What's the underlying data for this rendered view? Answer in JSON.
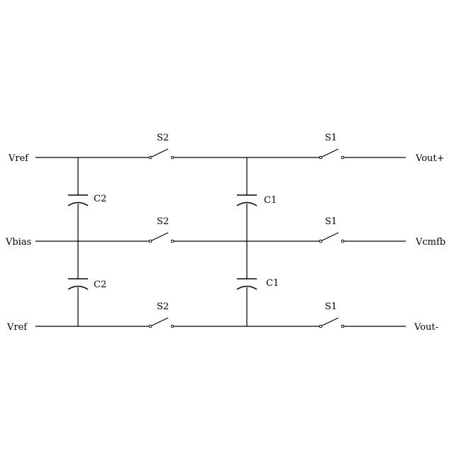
{
  "diagram": {
    "inputs": {
      "top": "Vref",
      "middle": "Vbias",
      "bottom": "Vref"
    },
    "outputs": {
      "top": "Vout+",
      "middle": "Vcmfb",
      "bottom": "Vout-"
    },
    "switch_labels": {
      "s2_top": "S2",
      "s2_middle": "S2",
      "s2_bottom": "S2",
      "s1_top": "S1",
      "s1_middle": "S1",
      "s1_bottom": "S1"
    },
    "capacitor_labels": {
      "c2_upper": "C2",
      "c2_lower": "C2",
      "c1_upper": "C1",
      "c1_lower": "C1"
    }
  }
}
